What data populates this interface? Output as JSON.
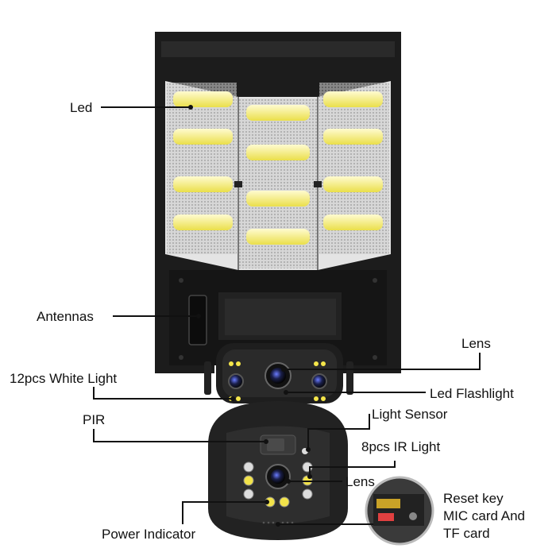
{
  "labels": {
    "led": "Led",
    "antennas": "Antennas",
    "white_light": "12pcs White Light",
    "pir": "PIR",
    "power_indicator": "Power Indicator",
    "lens_top": "Lens",
    "led_flashlight": "Led Flashlight",
    "light_sensor": "Light Sensor",
    "ir_light": "8pcs IR Light",
    "lens_bottom": "Lens",
    "reset_key": "Reset key",
    "mic_card": "MIC card And",
    "tf_card": "TF card"
  },
  "colors": {
    "body": "#1c1c1c",
    "led_yellow": "#f3ea6a",
    "panel_grey": "#d8d8d8",
    "callout": "#111111"
  }
}
